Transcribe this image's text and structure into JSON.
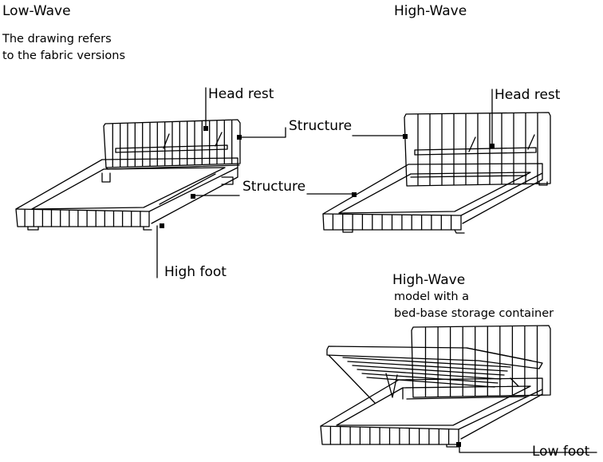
{
  "low_wave": {
    "title": "Low-Wave",
    "note_line1": "The drawing refers",
    "note_line2": "to the fabric versions",
    "label_head_rest": "Head rest",
    "label_structure": "Structure",
    "label_high_foot": "High foot"
  },
  "high_wave": {
    "title": "High-Wave",
    "label_head_rest": "Head rest",
    "label_structure_top": "Structure",
    "label_structure_mid": "Structure"
  },
  "storage_model": {
    "title": "High-Wave",
    "subtitle_line1": "model with a",
    "subtitle_line2": "bed-base storage container",
    "label_low_foot": "Low foot"
  }
}
